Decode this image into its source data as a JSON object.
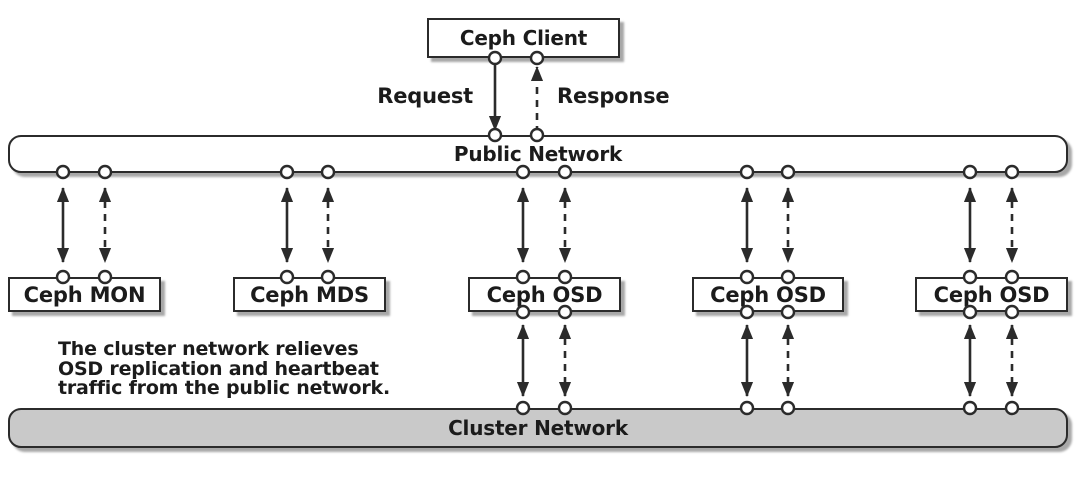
{
  "client": {
    "label": "Ceph Client"
  },
  "flow_labels": {
    "request": "Request",
    "response": "Response"
  },
  "public_network": {
    "label": "Public Network"
  },
  "cluster_network": {
    "label": "Cluster Network"
  },
  "nodes": [
    {
      "label": "Ceph MON"
    },
    {
      "label": "Ceph MDS"
    },
    {
      "label": "Ceph OSD"
    },
    {
      "label": "Ceph OSD"
    },
    {
      "label": "Ceph OSD"
    }
  ],
  "annotation": {
    "line1": "The cluster network relieves",
    "line2": "OSD replication and heartbeat",
    "line3": "traffic from the public network."
  },
  "colors": {
    "line": "#2b2b2b",
    "box_fill": "#ffffff",
    "cluster_fill": "#c9c9c9",
    "shadow": "#a8a8a8",
    "text": "#1b1b1b",
    "background": "#ffffff"
  }
}
